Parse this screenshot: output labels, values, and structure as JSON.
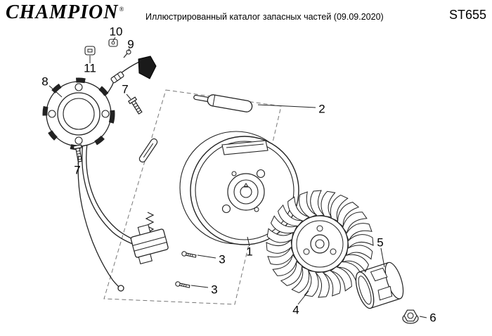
{
  "header": {
    "logo": "CHAMPION",
    "logo_reg": "®",
    "title": "Иллюстрированный каталог запасных частей (09.09.2020)",
    "model": "ST655"
  },
  "diagram": {
    "callouts": [
      {
        "label": "10"
      },
      {
        "label": "9"
      },
      {
        "label": "11"
      },
      {
        "label": "8"
      },
      {
        "label": "7"
      },
      {
        "label": "7"
      },
      {
        "label": "2"
      },
      {
        "label": "1"
      },
      {
        "label": "3"
      },
      {
        "label": "3"
      },
      {
        "label": "4"
      },
      {
        "label": "5"
      },
      {
        "label": "6"
      }
    ]
  }
}
